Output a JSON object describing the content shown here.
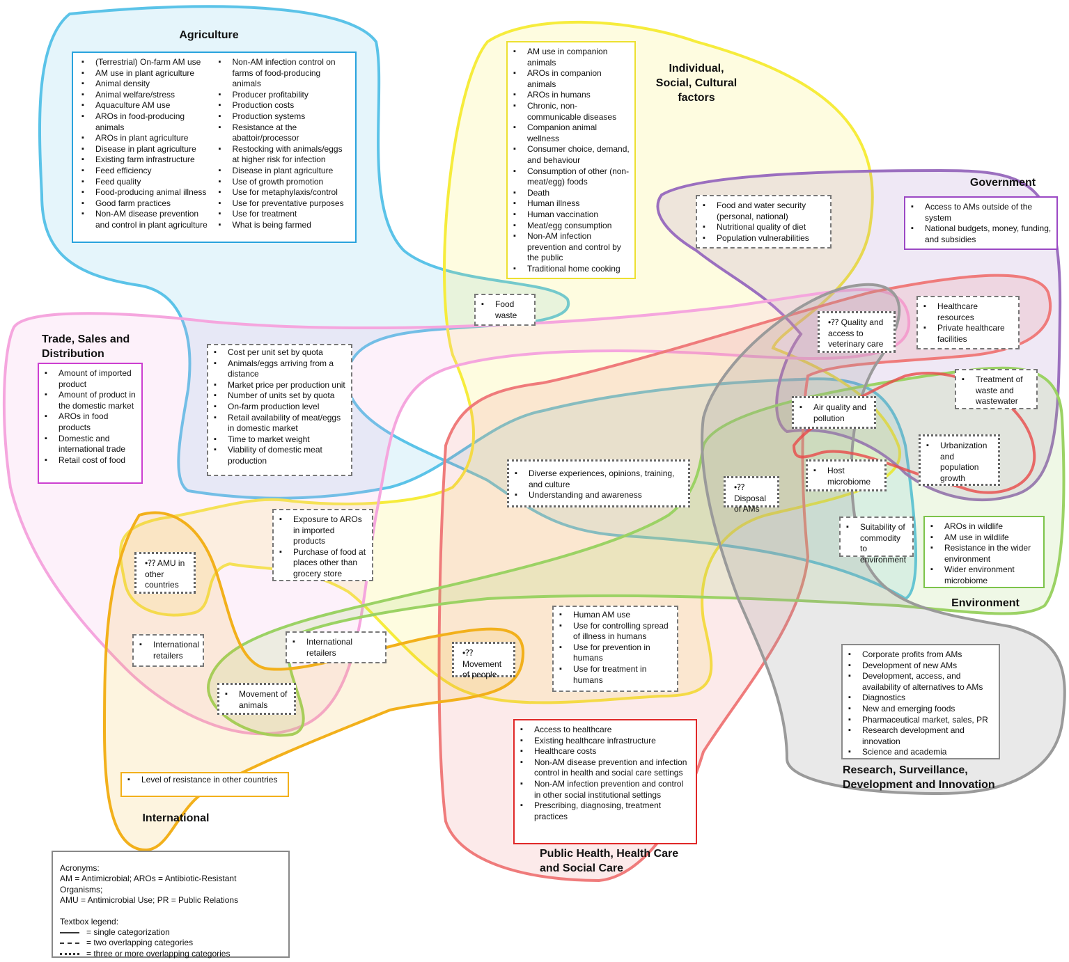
{
  "colors": {
    "agriculture": "#5bc3e8",
    "individual": "#f6ec3c",
    "government": "#9b6fbf",
    "trade": "#f5a6de",
    "public_health": "#ef7b7b",
    "environment": "#9bd264",
    "research": "#9a9a9a",
    "international": "#f2b01b",
    "red_inner": "#e84a4a"
  },
  "labels": {
    "agriculture": "Agriculture",
    "individual": "Individual,\nSocial, Cultural\nfactors",
    "government": "Government",
    "trade": "Trade, Sales and\nDistribution",
    "environment": "Environment",
    "research": "Research, Surveillance,\nDevelopment and Innovation",
    "international": "International",
    "public_health": "Public Health, Health Care\nand Social Care"
  },
  "boxes": {
    "agri_col1": [
      "(Terrestrial) On-farm AM use",
      "AM use in plant agriculture",
      "Animal density",
      "Animal welfare/stress",
      "Aquaculture AM use",
      "AROs in food-producing animals",
      "AROs in plant agriculture",
      "Disease in plant agriculture",
      "Existing farm infrastructure",
      "Feed efficiency",
      "Feed quality",
      "Food-producing animal illness",
      "Good farm practices",
      "Non-AM disease prevention and control in plant agriculture"
    ],
    "agri_col2": [
      "Non-AM infection control on farms of food-producing animals",
      "Producer profitability",
      "Production costs",
      "Production systems",
      "Resistance at the abattoir/processor",
      "Restocking with animals/eggs at higher risk for infection",
      "Disease in plant agriculture",
      "Use of growth promotion",
      "Use for metaphylaxis/control",
      "Use for preventative purposes",
      "Use for treatment",
      "What is being farmed"
    ],
    "individual": [
      "AM use in companion animals",
      "AROs in companion animals",
      "AROs in humans",
      "Chronic, non-communicable diseases",
      "Companion animal wellness",
      "Consumer choice, demand, and behaviour",
      "Consumption of other (non-meat/egg) foods",
      "Death",
      "Human illness",
      "Human vaccination",
      "Meat/egg consumption",
      "Non-AM infection prevention and control by the public",
      "Traditional home cooking"
    ],
    "government": [
      "Access to AMs outside of the system",
      "National budgets, money, funding, and subsidies"
    ],
    "food_security": [
      "Food and water security (personal, national)",
      "Nutritional quality of diet",
      "Population vulnerabilities"
    ],
    "food_waste": [
      "Food waste"
    ],
    "trade": [
      "Amount of imported product",
      "Amount of product in the domestic market",
      "AROs in food products",
      "Domestic and international trade",
      "Retail cost of food"
    ],
    "cost_quota": [
      "Cost per unit set by quota",
      "Animals/eggs arriving from a distance",
      "Market price per production unit",
      "Number of units set by quota",
      "On-farm production level",
      "Retail availability of meat/eggs in domestic market",
      "Time to market weight",
      "Viability of domestic meat production"
    ],
    "healthcare_res": [
      "Healthcare resources",
      "Private healthcare facilities"
    ],
    "vet_care": [
      "•⁇ Quality and access to veterinary care"
    ],
    "treatment_waste": [
      "Treatment of waste and wastewater"
    ],
    "air_quality": [
      "Air quality and pollution"
    ],
    "urbanization": [
      "Urbanization and population growth"
    ],
    "host_microbiome": [
      "Host microbiome"
    ],
    "diverse": [
      "Diverse experiences, opinions, training, and culture",
      "Understanding and awareness"
    ],
    "disposal": [
      "•⁇ Disposal of AMs"
    ],
    "suitability": [
      "Suitability of commodity to environment"
    ],
    "env_solid": [
      "AROs in wildlife",
      "AM use in wildlife",
      "Resistance in the wider environment",
      "Wider environment microbiome"
    ],
    "exposure": [
      "Exposure to AROs in imported products",
      "Purchase of food at places other than grocery store"
    ],
    "amu_other": [
      "•⁇ AMU in other countries"
    ],
    "intl_retail1": [
      "International retailers"
    ],
    "intl_retail2": [
      "International retailers"
    ],
    "move_animals": [
      "Movement of animals"
    ],
    "move_people": [
      "•⁇ Movement of people"
    ],
    "human_am": [
      "Human AM use",
      "Use for controlling spread of illness in humans",
      "Use for prevention in humans",
      "Use for treatment in humans"
    ],
    "research": [
      "Corporate profits from AMs",
      "Development of new AMs",
      "Development, access, and availability of alternatives to AMs",
      "Diagnostics",
      "New and emerging foods",
      "Pharmaceutical market, sales, PR",
      "Research development and innovation",
      "Science and academia"
    ],
    "public_health": [
      "Access to healthcare",
      "Existing healthcare infrastructure",
      "Healthcare costs",
      "Non-AM disease prevention and infection control in health and social care settings",
      "Non-AM infection prevention and control in other social institutional settings",
      "Prescribing, diagnosing, treatment practices"
    ],
    "intl_resist": [
      "Level of resistance in other countries"
    ]
  },
  "legend": {
    "acronyms_title": "Acronyms:",
    "acronyms_line1": "AM = Antimicrobial; AROs = Antibiotic-Resistant Organisms;",
    "acronyms_line2": "AMU = Antimicrobial Use; PR = Public Relations",
    "textbox_title": "Textbox legend:",
    "single": "= single categorization",
    "two": "= two overlapping categories",
    "three": "= three or more overlapping categories"
  }
}
